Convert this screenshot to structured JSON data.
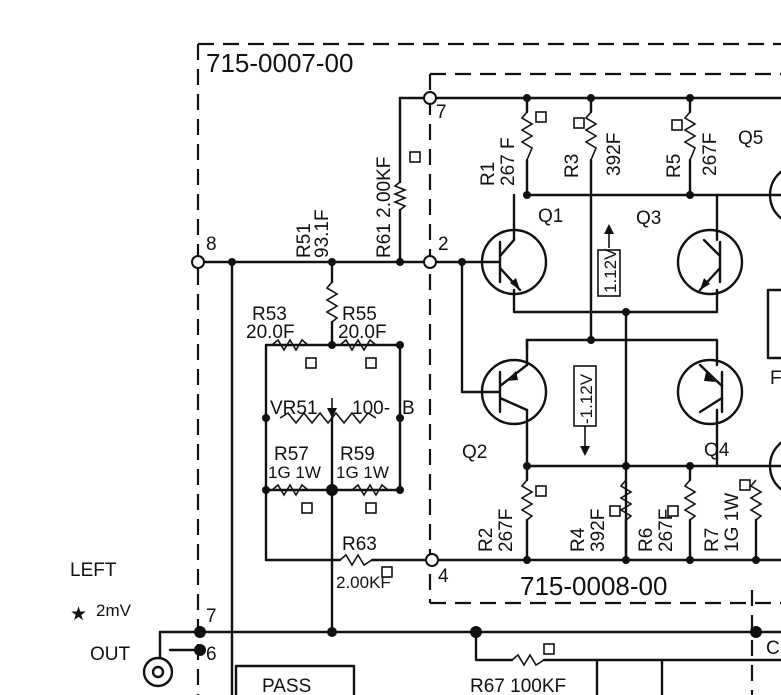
{
  "board_upper": "715-0007-00",
  "board_lower": "715-0008-00",
  "terminals": {
    "t7": "7",
    "t2": "2",
    "t4": "4",
    "t8": "8",
    "t7b": "7",
    "t6": "6"
  },
  "resistors": {
    "r1": "R1",
    "r1_val": "267 F",
    "r3": "R3",
    "r3_val": "392F",
    "r5": "R5",
    "r5_val": "267F",
    "r61": "R61 2.00KF",
    "r51": "R51",
    "r51_val": "93.1F",
    "r53": "R53",
    "r53_val": "20.0F",
    "r55": "R55",
    "r55_val": "20.0F",
    "vr51": "VR51",
    "vr51_val": "100-",
    "vr51_tap": "B",
    "r57": "R57",
    "r57_val": "1G 1W",
    "r59": "R59",
    "r59_val": "1G 1W",
    "r63": "R63",
    "r63_val": "2.00KF",
    "r2": "R2",
    "r2_val": "267F",
    "r4": "R4",
    "r4_val": "392F",
    "r6": "R6",
    "r6_val": "267F",
    "r7": "R7",
    "r7_val": "1G 1W",
    "r67": "R67 100KF"
  },
  "transistors": {
    "q1": "Q1",
    "q2": "Q2",
    "q3": "Q3",
    "q4": "Q4",
    "q5": "Q5"
  },
  "voltages": {
    "v_pos": "1.12V",
    "v_neg": "-1.12V"
  },
  "side": {
    "left": "LEFT",
    "level": "2mV",
    "out": "OUT",
    "pass": "PASS",
    "cut_f": "F",
    "cut_c": "C"
  }
}
